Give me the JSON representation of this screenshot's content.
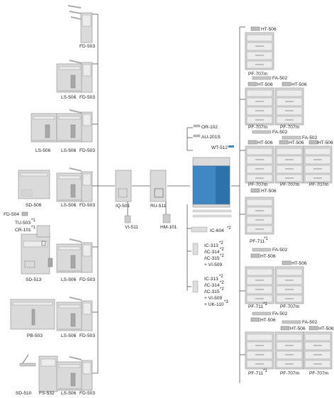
{
  "finishers": [
    {
      "labels": [
        "FD-503"
      ]
    },
    {
      "labels": [
        "LS-506",
        "FD-503"
      ]
    },
    {
      "labels": [
        "LS-506",
        "LS-506",
        "FD-503"
      ]
    },
    {
      "labels": [
        "SD-506",
        "LS-506",
        "FD-503"
      ]
    },
    {
      "labels": [
        "SD-513",
        "LS-506",
        "FD-503"
      ],
      "stack_labels": [
        "FD-504",
        "TU-503",
        "CR-101"
      ],
      "stack_notes": [
        "*1",
        "*1"
      ]
    },
    {
      "labels": [
        "PB-503",
        "LS-506",
        "FD-503"
      ]
    },
    {
      "labels": [
        "SD-510",
        "FS-532",
        "LS-506",
        "FD-503"
      ]
    }
  ],
  "center": {
    "iq": "IQ-501",
    "vi": "VI-511",
    "ru": "RU-511",
    "hm": "HM-101"
  },
  "engine_options": {
    "or": "OR-102",
    "au": "AU-201S",
    "wt": "WT-512"
  },
  "controllers": {
    "ic604": "IC-604",
    "ic604_note": "*2",
    "group1": [
      "IC-313",
      "/IC-314",
      "/IC-315",
      "+ VI-509"
    ],
    "group1_notes": [
      "*2",
      "*2",
      "*2"
    ],
    "group2": [
      "IC-313",
      "/IC-314",
      "/IC-315",
      "+ VI-509",
      "+ UK-110"
    ],
    "group2_notes": [
      "*2",
      "*2",
      "*2",
      "*3"
    ]
  },
  "paper_feeders": [
    {
      "units": [
        "PF-707m"
      ],
      "top": [
        "HT-506"
      ]
    },
    {
      "units": [
        "PF-707m",
        "PF-707m"
      ],
      "top": [
        "FA-502",
        "HT-506",
        "HT-506"
      ]
    },
    {
      "units": [
        "PF-707m",
        "PF-707m",
        "PF-707m"
      ],
      "top": [
        "FA-502",
        "FA-502",
        "HT-506",
        "HT-506",
        "HT-506"
      ]
    },
    {
      "units": [
        "PF-711"
      ],
      "top": [
        "HT-506"
      ],
      "note": "*1"
    },
    {
      "units": [
        "PF-711",
        "PF-707m"
      ],
      "top": [
        "FA-502",
        "HT-506",
        "HT-506"
      ],
      "note": "*1"
    },
    {
      "units": [
        "PF-711",
        "PF-707m",
        "PF-707m"
      ],
      "top": [
        "FA-502",
        "HT-506",
        "FA-502",
        "HT-506",
        "HT-506"
      ],
      "note": "*1"
    }
  ]
}
